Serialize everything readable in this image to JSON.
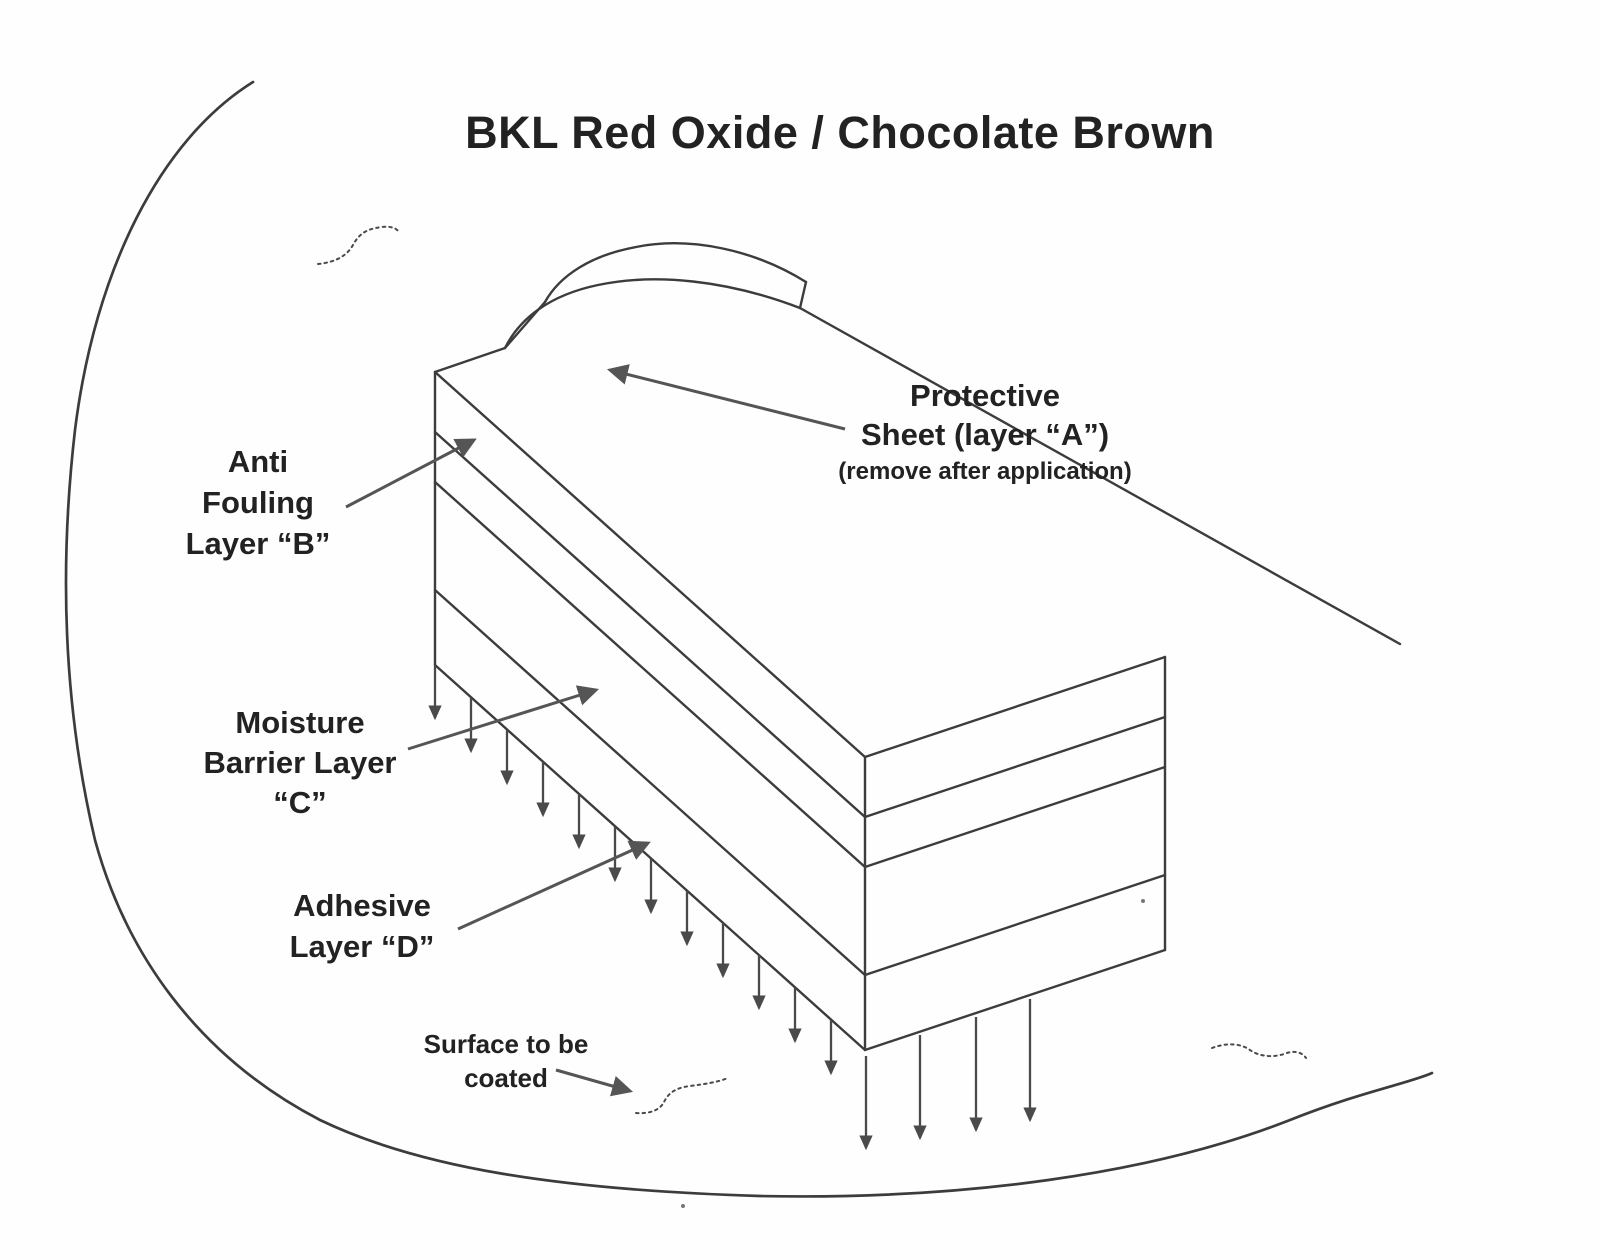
{
  "title": "BKL Red Oxide / Chocolate Brown",
  "labels": {
    "protective": {
      "line1": "Protective",
      "line2": "Sheet (layer “A”)",
      "line3": "(remove after application)"
    },
    "anti_fouling": {
      "line1": "Anti",
      "line2": "Fouling",
      "line3": "Layer “B”"
    },
    "moisture": {
      "line1": "Moisture",
      "line2": "Barrier Layer",
      "line3": "“C”"
    },
    "adhesive": {
      "line1": "Adhesive",
      "line2": "Layer “D”"
    },
    "surface": {
      "line1": "Surface to be",
      "line2": "coated"
    }
  },
  "colors": {
    "ink": "#3c3c3c",
    "text": "#222222",
    "leader_arrow": "#555555",
    "application_arrow": "#4a4a4a",
    "background": "#fefefe"
  }
}
